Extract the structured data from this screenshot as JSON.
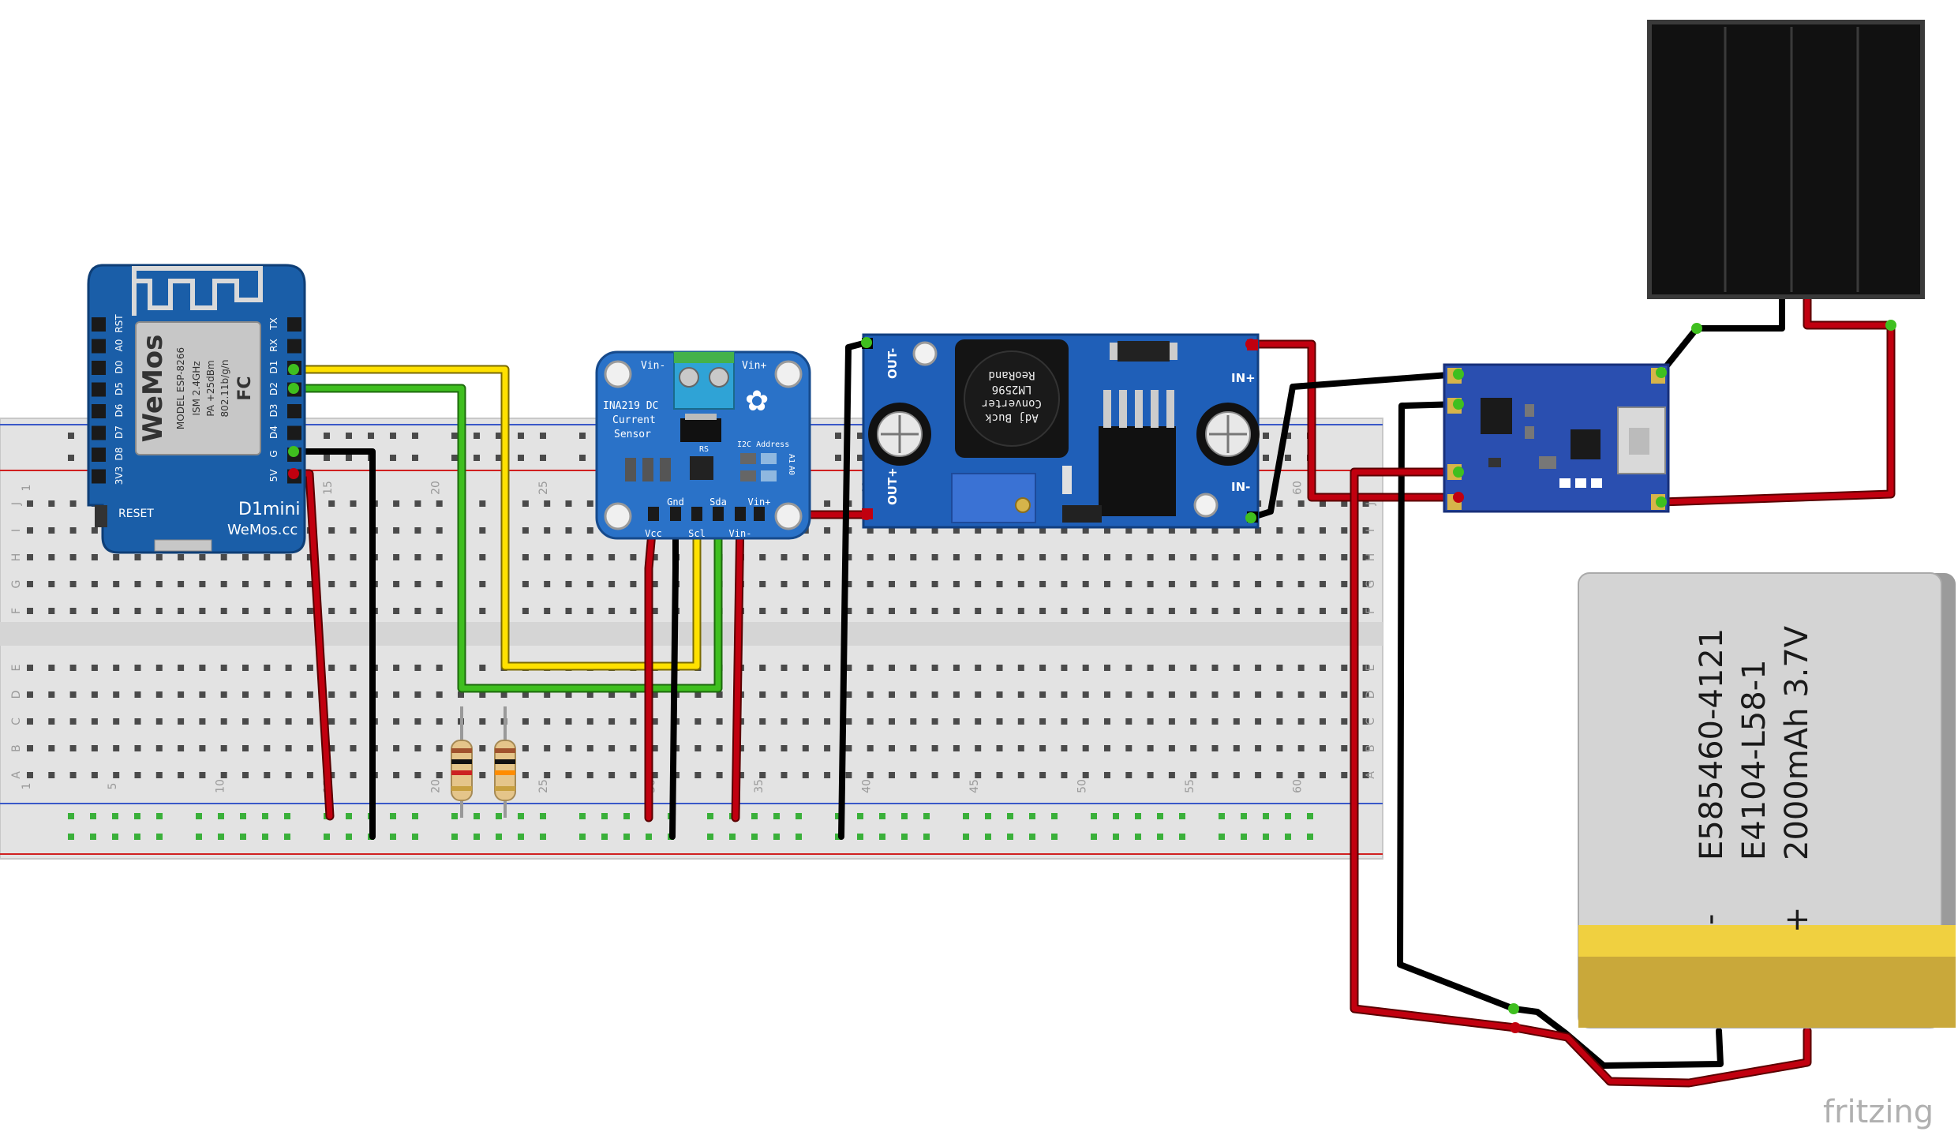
{
  "wemos": {
    "chip_model": "MODEL ESP-8266",
    "chip_spec1": "ISM 2.4GHz",
    "chip_spec2": "PA +25dBm",
    "chip_spec3": "802.11b/g/n",
    "chip_brand": "WeMos",
    "fc_mark": "FC",
    "pins_left": [
      "RST",
      "A0",
      "D0",
      "D5",
      "D6",
      "D7",
      "D8",
      "3V3"
    ],
    "pins_right": [
      "TX",
      "RX",
      "D1",
      "D2",
      "D3",
      "D4",
      "G",
      "5V"
    ],
    "reset_label": "RESET",
    "board_name": "D1mini",
    "board_site": "WeMos.cc"
  },
  "ina219": {
    "title_line1": "INA219 DC",
    "title_line2": "Current",
    "title_line3": "Sensor",
    "vin_minus_top": "Vin-",
    "vin_plus_top": "Vin+",
    "rs_label": "RS",
    "i2c_label": "I2C Address",
    "a0_label": "A0",
    "a1_label": "A1",
    "pins": [
      "Vcc",
      "Gnd",
      "Scl",
      "Sda",
      "Vin-",
      "Vin+"
    ]
  },
  "buck": {
    "out_minus": "OUT-",
    "out_plus": "OUT+",
    "in_minus": "IN-",
    "in_plus": "IN+",
    "inductor_line1": "Adj Buck",
    "inductor_line2": "Converter",
    "inductor_line3": "LM2596",
    "inductor_line4": "ReoRand"
  },
  "battery": {
    "line1": "E585460-4121",
    "line2": "E4104-L58-1",
    "line3": "2000mAh 3.7V",
    "minus": "-",
    "plus": "+"
  },
  "breadboard": {
    "row_letters_top": [
      "J",
      "I",
      "H",
      "G",
      "F"
    ],
    "row_letters_bottom": [
      "E",
      "D",
      "C",
      "B",
      "A"
    ],
    "column_numbers": [
      "1",
      "5",
      "10",
      "15",
      "20",
      "25",
      "30",
      "35",
      "40",
      "45",
      "50",
      "55",
      "60"
    ]
  },
  "watermark": "fritzing",
  "colors": {
    "wire_red": "#c1000f",
    "wire_black": "#1a1a1a",
    "wire_yellow": "#ffe100",
    "wire_green": "#3fbf1f",
    "breadboard": "#e6e6e6",
    "wemos_pcb": "#1a5ea8",
    "ina_pcb": "#2a72c8",
    "buck_pcb": "#1f5fb8",
    "charger_pcb": "#2a4fb0",
    "solar_panel": "#111111",
    "battery_body": "#d4d4d4",
    "battery_band": "#e6c24c"
  }
}
